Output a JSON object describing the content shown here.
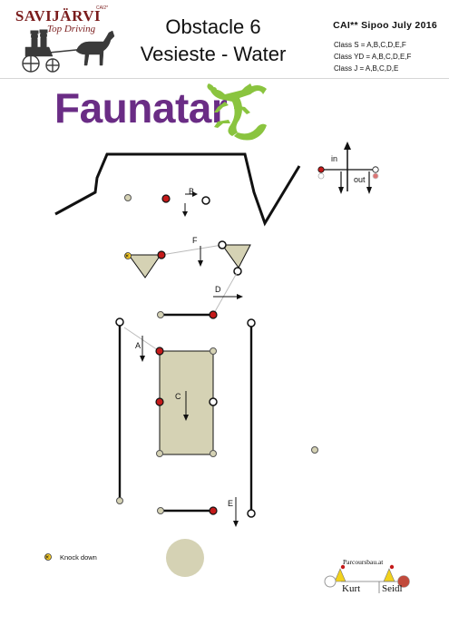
{
  "header": {
    "brand_name": "SAVIJÄRVI",
    "brand_superscript": "CAI2*",
    "brand_tagline": "Top Driving",
    "title_line1": "Obstacle 6",
    "title_line2": "Vesieste - Water",
    "event": "CAI** Sipoo  July 2016",
    "classes": [
      "Class S = A,B,C,D,E,F",
      "Class YD = A,B,C,D,E,F",
      "Class J = A,B,C,D,E"
    ]
  },
  "sponsor": {
    "name": "Faunatar",
    "logo_icon": "gecko-icon"
  },
  "course": {
    "gate_labels": [
      "A",
      "B",
      "C",
      "D",
      "E",
      "F"
    ],
    "direction_labels": {
      "in": "in",
      "out": "out"
    }
  },
  "legend": {
    "knock_down": "Knock down"
  },
  "designer": {
    "url": "Parcoursbau.at",
    "first_name": "Kurt",
    "last_name": "Seidl"
  },
  "colors": {
    "red_marker": "#c41a1a",
    "white_marker": "#ffffff",
    "grey_marker": "#d5d2b4",
    "obstacle_fill": "#d5d2b4",
    "sponsor_purple": "#6a2c85",
    "sponsor_green": "#8ac43f",
    "brand_dark_red": "#7a1c1c"
  }
}
